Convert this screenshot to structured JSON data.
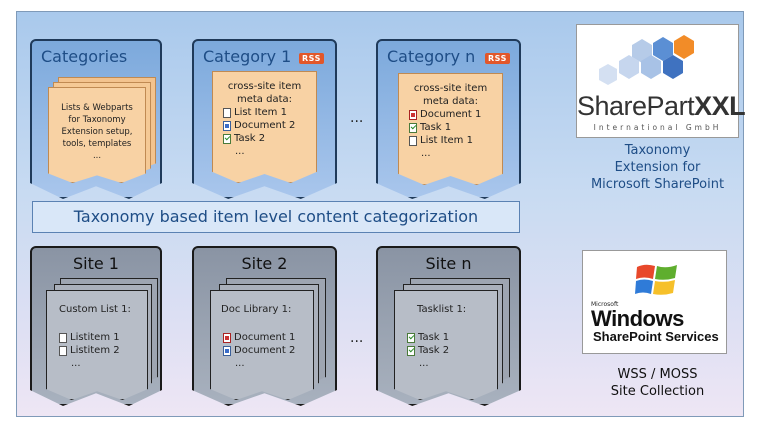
{
  "categories": {
    "title": "Categories",
    "page_lines": [
      "Lists & Webparts",
      "for Taxonomy",
      "Extension setup,",
      "tools, templates",
      "..."
    ]
  },
  "category1": {
    "title": "Category 1",
    "rss": "RSS",
    "meta": [
      "cross-site item",
      "meta data:"
    ],
    "items": [
      {
        "label": "List Item 1",
        "icon": "list-item-icon"
      },
      {
        "label": "Document 2",
        "icon": "word-document-icon"
      },
      {
        "label": "Task 2",
        "icon": "task-icon"
      }
    ],
    "ellipsis": "..."
  },
  "categoryn": {
    "title": "Category n",
    "rss": "RSS",
    "meta": [
      "cross-site item",
      "meta data:"
    ],
    "items": [
      {
        "label": "Document 1",
        "icon": "pdf-document-icon"
      },
      {
        "label": "Task 1",
        "icon": "task-icon"
      },
      {
        "label": "List Item 1",
        "icon": "list-item-icon"
      }
    ],
    "ellipsis": "..."
  },
  "ellipsis_between": "...",
  "banner": "Taxonomy based item level content categorization",
  "site1": {
    "title": "Site 1",
    "list": "Custom List 1:",
    "items": [
      {
        "label": "Listitem  1",
        "icon": "list-item-icon"
      },
      {
        "label": "Listitem  2",
        "icon": "list-item-icon"
      }
    ],
    "ellipsis": "..."
  },
  "site2": {
    "title": "Site 2",
    "list": "Doc Library 1:",
    "items": [
      {
        "label": "Document  1",
        "icon": "pdf-document-icon"
      },
      {
        "label": "Document  2",
        "icon": "word-document-icon"
      }
    ],
    "ellipsis": "..."
  },
  "siten": {
    "title": "Site n",
    "list": "Tasklist 1:",
    "items": [
      {
        "label": "Task 1",
        "icon": "task-icon"
      },
      {
        "label": "Task 2",
        "icon": "task-icon"
      }
    ],
    "ellipsis": "..."
  },
  "sharepart": {
    "logo_text_a": "SharePart",
    "logo_text_b": "XXL",
    "logo_sub": "International GmbH",
    "caption": [
      "Taxonomy",
      "Extension for",
      "Microsoft SharePoint"
    ]
  },
  "wss": {
    "logo_small": "Microsoft",
    "logo_big": "Windows",
    "logo_sub": "SharePoint Services",
    "caption": [
      "WSS / MOSS",
      "Site Collection"
    ]
  },
  "colors": {
    "hex_a": "#f28c28",
    "hex_b": "#a9c9ec",
    "hex_c": "#5b8fd4"
  }
}
